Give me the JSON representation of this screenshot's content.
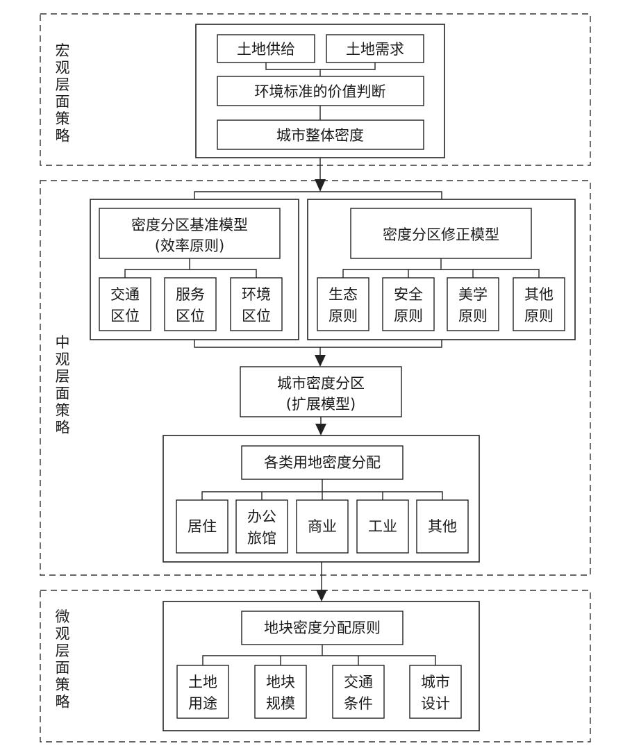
{
  "macro": {
    "label": "宏观层面策略",
    "supply": "土地供给",
    "demand": "土地需求",
    "value_judgment": "环境标准的价值判断",
    "city_density": "城市整体密度"
  },
  "meso": {
    "label": "中观层面策略",
    "base_model_line1": "密度分区基准模型",
    "base_model_line2": "(效率原则)",
    "base_items": [
      {
        "l1": "交通",
        "l2": "区位"
      },
      {
        "l1": "服务",
        "l2": "区位"
      },
      {
        "l1": "环境",
        "l2": "区位"
      }
    ],
    "revise_model": "密度分区修正模型",
    "revise_items": [
      {
        "l1": "生态",
        "l2": "原则"
      },
      {
        "l1": "安全",
        "l2": "原则"
      },
      {
        "l1": "美学",
        "l2": "原则"
      },
      {
        "l1": "其他",
        "l2": "原则"
      }
    ],
    "zoning_line1": "城市密度分区",
    "zoning_line2": "(扩展模型)",
    "landuse_title": "各类用地密度分配",
    "landuse_items": [
      {
        "l1": "居住",
        "l2": ""
      },
      {
        "l1": "办公",
        "l2": "旅馆"
      },
      {
        "l1": "商业",
        "l2": ""
      },
      {
        "l1": "工业",
        "l2": ""
      },
      {
        "l1": "其他",
        "l2": ""
      }
    ]
  },
  "micro": {
    "label": "微观层面策略",
    "title": "地块密度分配原则",
    "items": [
      {
        "l1": "土地",
        "l2": "用途"
      },
      {
        "l1": "地块",
        "l2": "规模"
      },
      {
        "l1": "交通",
        "l2": "条件"
      },
      {
        "l1": "城市",
        "l2": "设计"
      }
    ]
  }
}
